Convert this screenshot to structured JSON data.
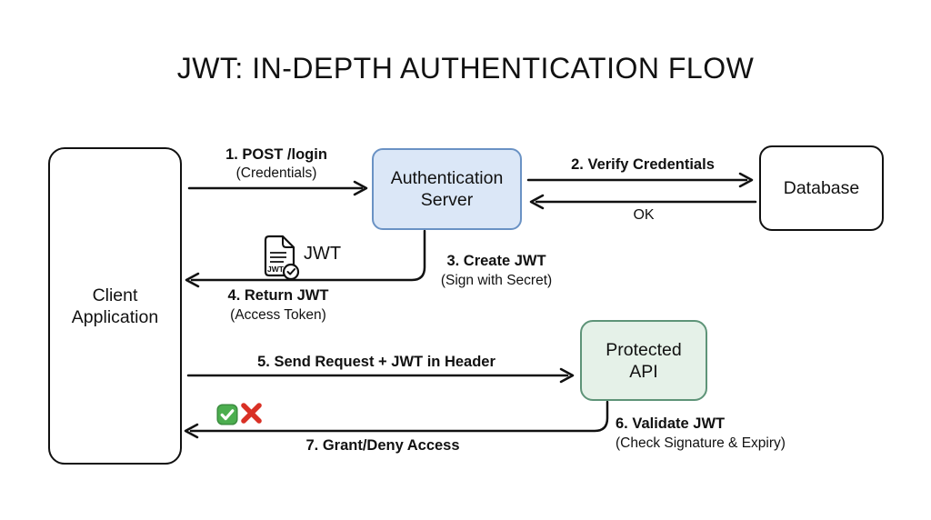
{
  "title": "JWT: IN-DEPTH AUTHENTICATION FLOW",
  "nodes": {
    "client": {
      "line1": "Client",
      "line2": "Application"
    },
    "auth_server": {
      "line1": "Authentication",
      "line2": "Server"
    },
    "database": {
      "label": "Database"
    },
    "protected_api": {
      "line1": "Protected",
      "line2": "API"
    }
  },
  "steps": {
    "s1": {
      "label": "1. POST /login",
      "sub": "(Credentials)"
    },
    "s2": {
      "label": "2. Verify Credentials",
      "response": "OK"
    },
    "s3": {
      "label": "3. Create JWT",
      "sub": "(Sign with Secret)"
    },
    "s4": {
      "label": "4. Return JWT",
      "sub": "(Access Token)",
      "token": "JWT",
      "token_doc_text": "JWT"
    },
    "s5": {
      "label": "5. Send Request + JWT in Header"
    },
    "s6": {
      "label": "6. Validate JWT",
      "sub": "(Check Signature & Expiry)"
    },
    "s7": {
      "label": "7. Grant/Deny Access"
    }
  },
  "colors": {
    "auth_fill": "#dbe7f7",
    "auth_border": "#6a92c4",
    "api_fill": "#e5f1e8",
    "api_border": "#5e9478",
    "line": "#111111",
    "check_green": "#4cae4f",
    "check_green_border": "#3c8d40",
    "cross_red": "#d93025"
  }
}
